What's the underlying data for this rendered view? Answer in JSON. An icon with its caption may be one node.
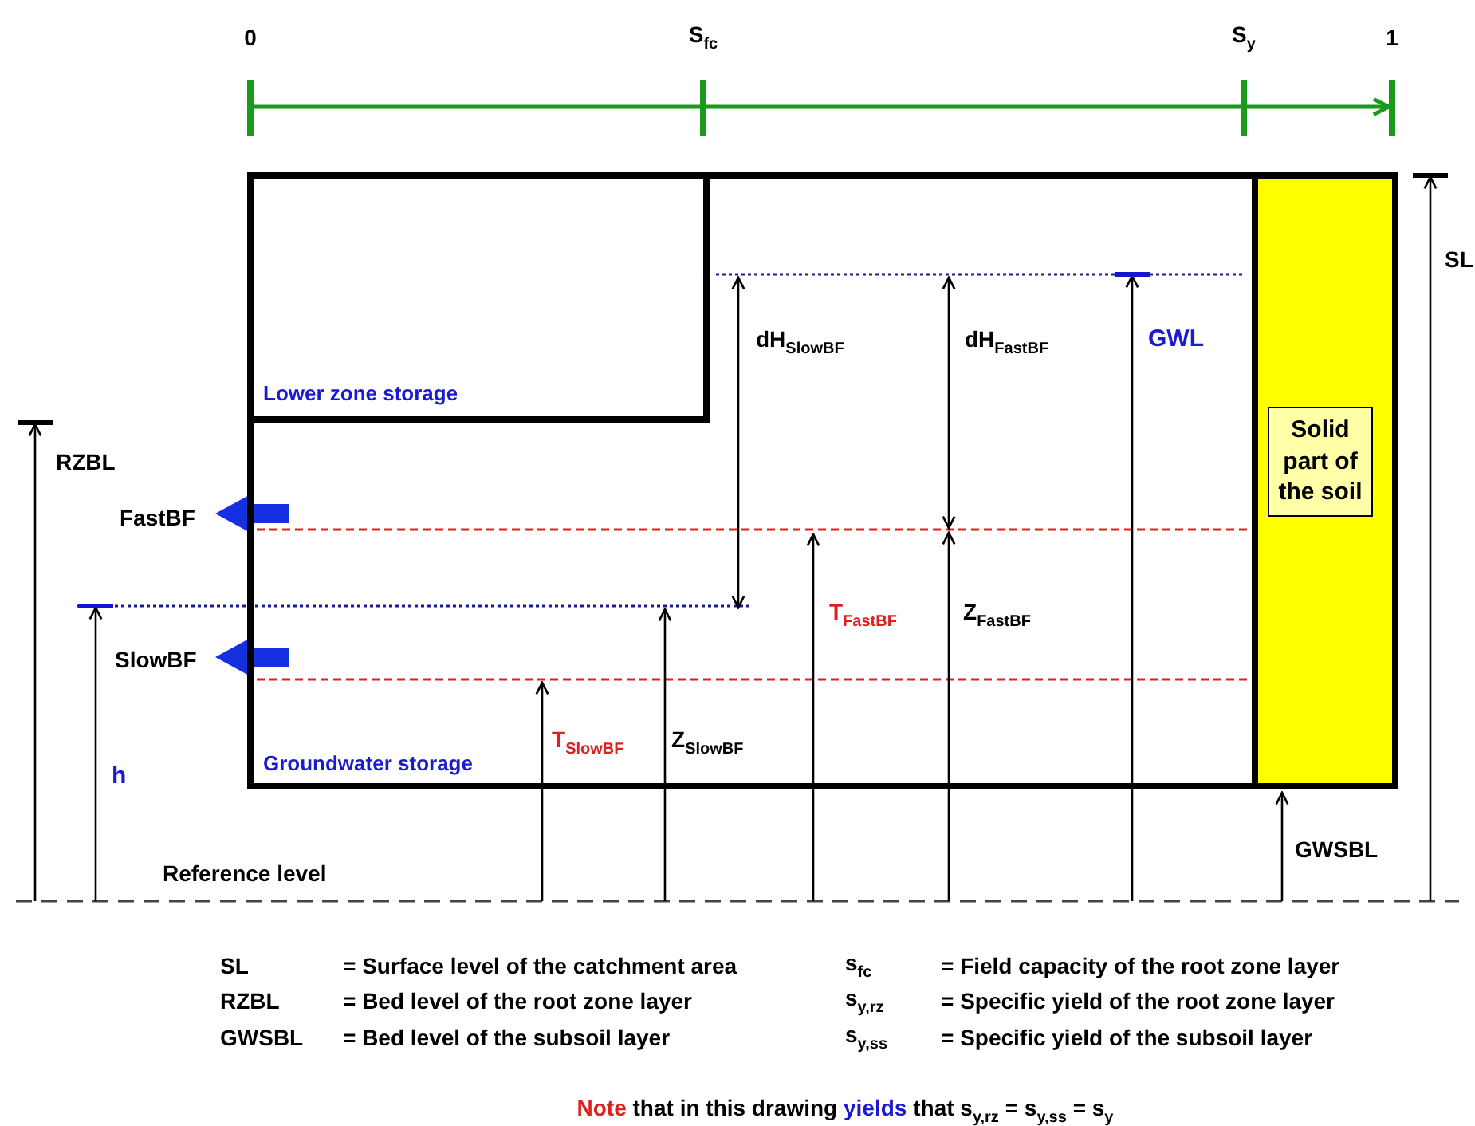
{
  "diagram": {
    "nodes": [
      {
        "text": [
          "Groundwater storage"
        ]
      },
      {
        "text": [
          "Lower zone storage"
        ],
        "in": 0
      },
      {
        "text": [
          "Solid part of the soil"
        ],
        "in": 0
      }
    ],
    "labels": [
      "0",
      "S$_{fc}$",
      "S$_{y}$",
      "1",
      "SL",
      "dH$_{SlowBF}$",
      "dH$_{FastBF}$",
      "GWL",
      "RZBL",
      "FastBF",
      "T$_{FastBF}$",
      "Z$_{FastBF}$",
      "SlowBF",
      "T$_{SlowBF}$",
      "Z$_{SlowBF}$",
      "h",
      "GWSBL",
      "Reference level",
      "SL",
      "= Surface level of the catchment area",
      "s$_{fc}$",
      "= Field capacity of the root zone layer",
      "RZBL",
      "= Bed level of the root zone layer",
      "s$_{y,rz}$",
      "= Specific yield of the root zone layer",
      "GWSBL",
      "= Bed level of the subsoil layer",
      "s$_{y,ss}$",
      "= Specific yield of the subsoil layer",
      "Note that in this drawing yields that s$_{y,rz}$ = s$_{y,ss}$ = s$_{y}$"
    ]
  }
}
